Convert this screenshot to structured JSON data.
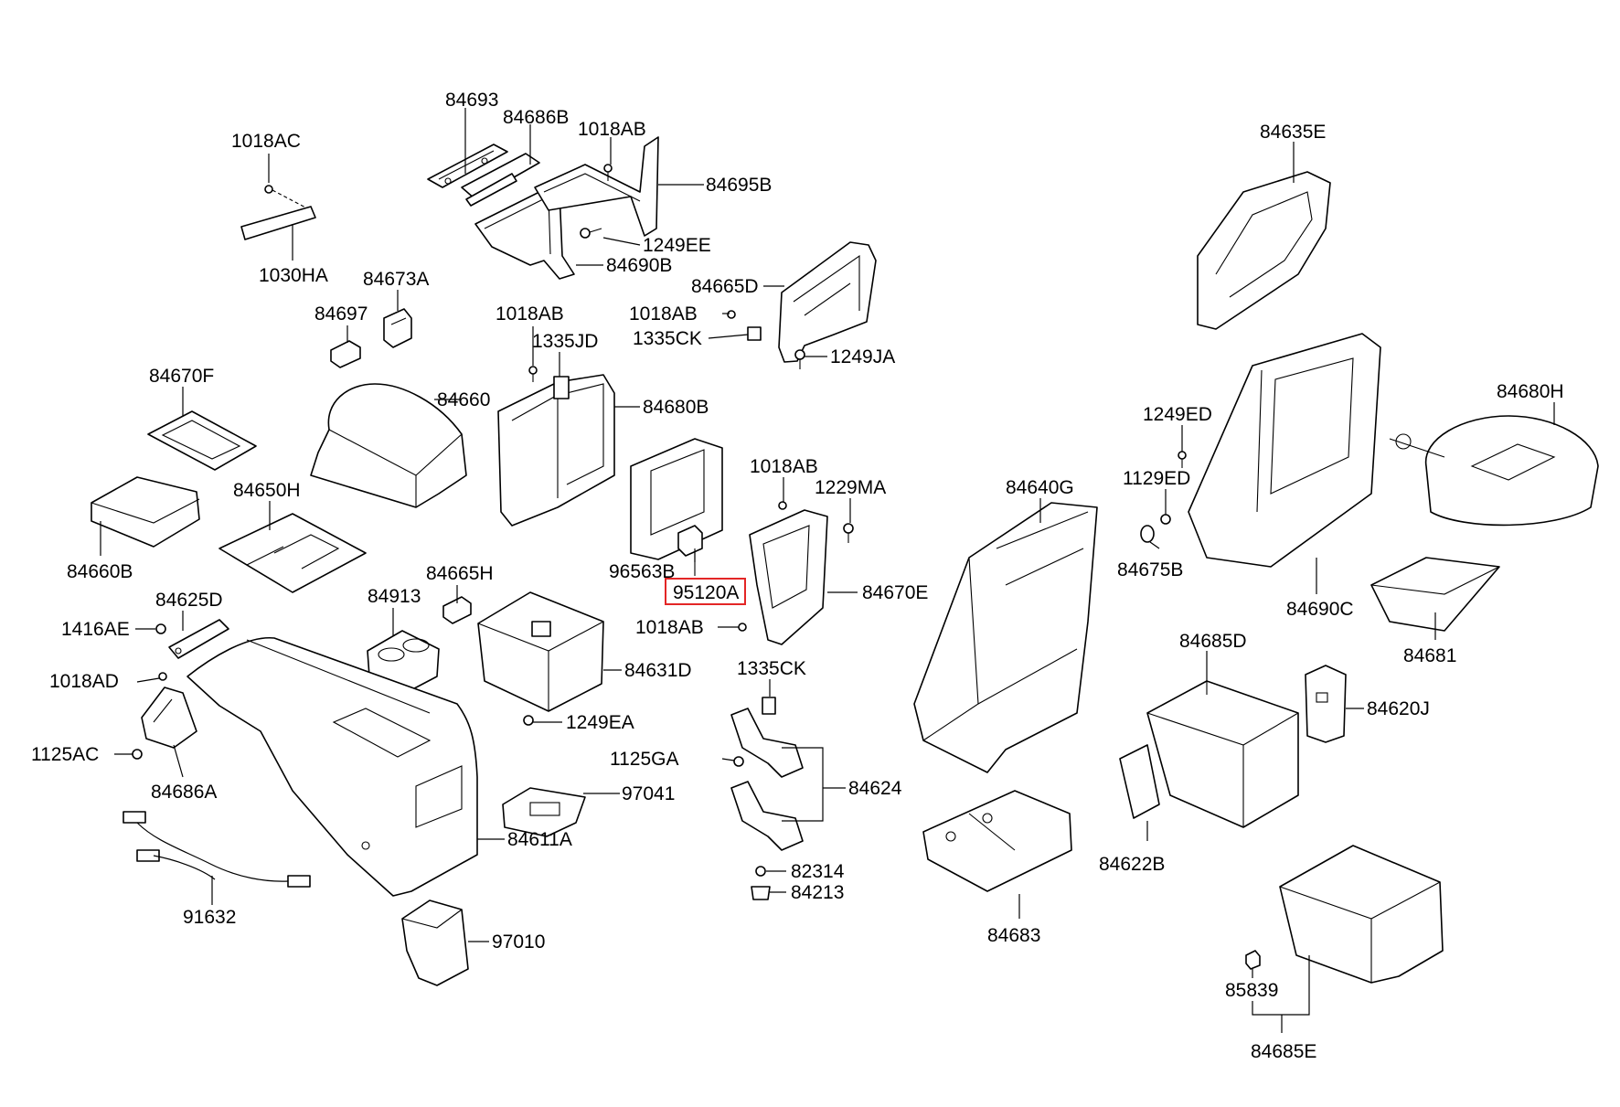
{
  "parts": [
    {
      "id": "p01",
      "label": "84693"
    },
    {
      "id": "p02",
      "label": "84686B"
    },
    {
      "id": "p03",
      "label": "1018AB"
    },
    {
      "id": "p04",
      "label": "84695B"
    },
    {
      "id": "p05",
      "label": "1249EE"
    },
    {
      "id": "p06",
      "label": "84690B"
    },
    {
      "id": "p07",
      "label": "1018AC"
    },
    {
      "id": "p08",
      "label": "1030HA"
    },
    {
      "id": "p09",
      "label": "84673A"
    },
    {
      "id": "p10",
      "label": "84697"
    },
    {
      "id": "p11",
      "label": "84665D"
    },
    {
      "id": "p12",
      "label": "1018AB"
    },
    {
      "id": "p13",
      "label": "1335CK"
    },
    {
      "id": "p14",
      "label": "1249JA"
    },
    {
      "id": "p15",
      "label": "84635E"
    },
    {
      "id": "p16",
      "label": "1018AB"
    },
    {
      "id": "p17",
      "label": "1335JD"
    },
    {
      "id": "p18",
      "label": "84680B"
    },
    {
      "id": "p19",
      "label": "84670F"
    },
    {
      "id": "p20",
      "label": "84660"
    },
    {
      "id": "p21",
      "label": "84660B"
    },
    {
      "id": "p22",
      "label": "84650H"
    },
    {
      "id": "p23",
      "label": "96563B"
    },
    {
      "id": "p24",
      "label": "95120A",
      "highlight": true
    },
    {
      "id": "p25",
      "label": "1018AB"
    },
    {
      "id": "p26",
      "label": "1229MA"
    },
    {
      "id": "p27",
      "label": "84670E"
    },
    {
      "id": "p28",
      "label": "1018AB"
    },
    {
      "id": "p29",
      "label": "84640G"
    },
    {
      "id": "p30",
      "label": "1249ED"
    },
    {
      "id": "p31",
      "label": "1129ED"
    },
    {
      "id": "p32",
      "label": "84675B"
    },
    {
      "id": "p33",
      "label": "84690C"
    },
    {
      "id": "p34",
      "label": "84680H"
    },
    {
      "id": "p35",
      "label": "84681"
    },
    {
      "id": "p36",
      "label": "84665H"
    },
    {
      "id": "p37",
      "label": "84913"
    },
    {
      "id": "p38",
      "label": "84625D"
    },
    {
      "id": "p39",
      "label": "1416AE"
    },
    {
      "id": "p40",
      "label": "1018AD"
    },
    {
      "id": "p41",
      "label": "1125AC"
    },
    {
      "id": "p42",
      "label": "84686A"
    },
    {
      "id": "p43",
      "label": "84631D"
    },
    {
      "id": "p44",
      "label": "1249EA"
    },
    {
      "id": "p45",
      "label": "1335CK"
    },
    {
      "id": "p46",
      "label": "1125GA"
    },
    {
      "id": "p47",
      "label": "84624"
    },
    {
      "id": "p48",
      "label": "97041"
    },
    {
      "id": "p49",
      "label": "84611A"
    },
    {
      "id": "p50",
      "label": "82314"
    },
    {
      "id": "p51",
      "label": "84213"
    },
    {
      "id": "p52",
      "label": "91632"
    },
    {
      "id": "p53",
      "label": "97010"
    },
    {
      "id": "p54",
      "label": "84685D"
    },
    {
      "id": "p55",
      "label": "84620J"
    },
    {
      "id": "p56",
      "label": "84622B"
    },
    {
      "id": "p57",
      "label": "84683"
    },
    {
      "id": "p58",
      "label": "85839"
    },
    {
      "id": "p59",
      "label": "84685E"
    }
  ],
  "colors": {
    "line": "#000000",
    "highlight": "#e32626",
    "background": "#ffffff"
  }
}
